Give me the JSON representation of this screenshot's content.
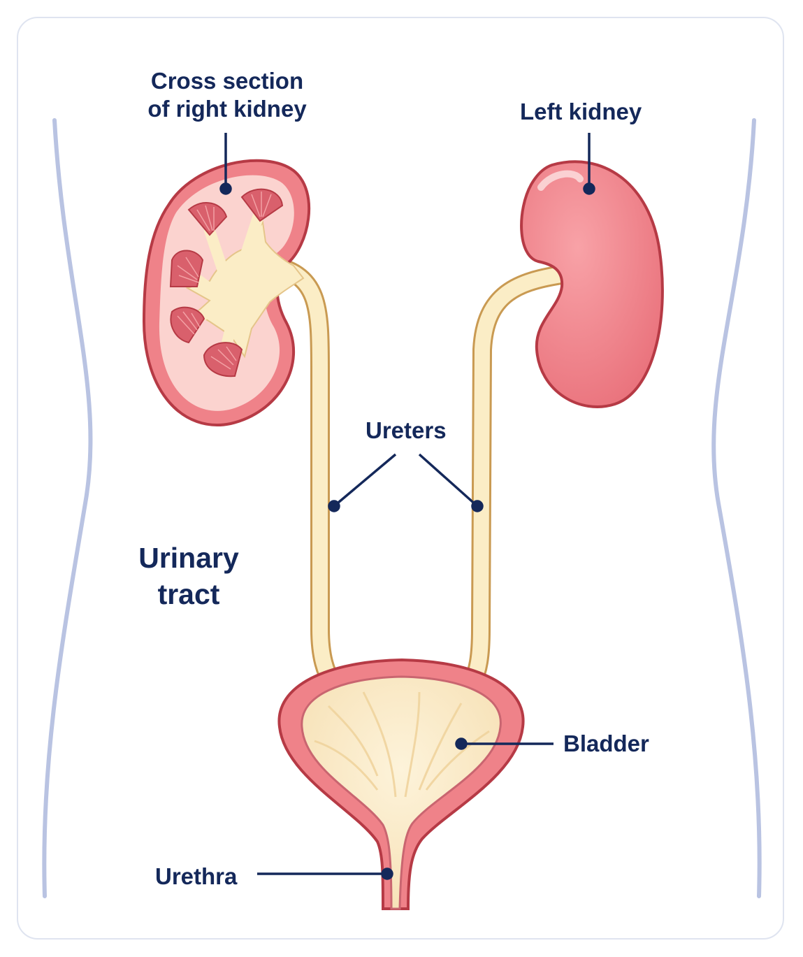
{
  "diagram": {
    "labels": {
      "right_kidney_line1": "Cross section",
      "right_kidney_line2": "of right kidney",
      "left_kidney": "Left kidney",
      "ureters": "Ureters",
      "title_line1": "Urinary",
      "title_line2": "tract",
      "bladder": "Bladder",
      "urethra": "Urethra"
    },
    "colors": {
      "label_text": "#14285a",
      "leader_line": "#14285a",
      "body_outline": "#b9c3e2",
      "kidney_fill": "#ef8289",
      "kidney_outline": "#b63a45",
      "cortex_fill": "#fbd3cf",
      "pyramid_fill": "#d9606c",
      "urine_fill": "#fbedc6",
      "ureter_outline": "#d6a85f",
      "frame_border": "#dfe4f0"
    }
  }
}
